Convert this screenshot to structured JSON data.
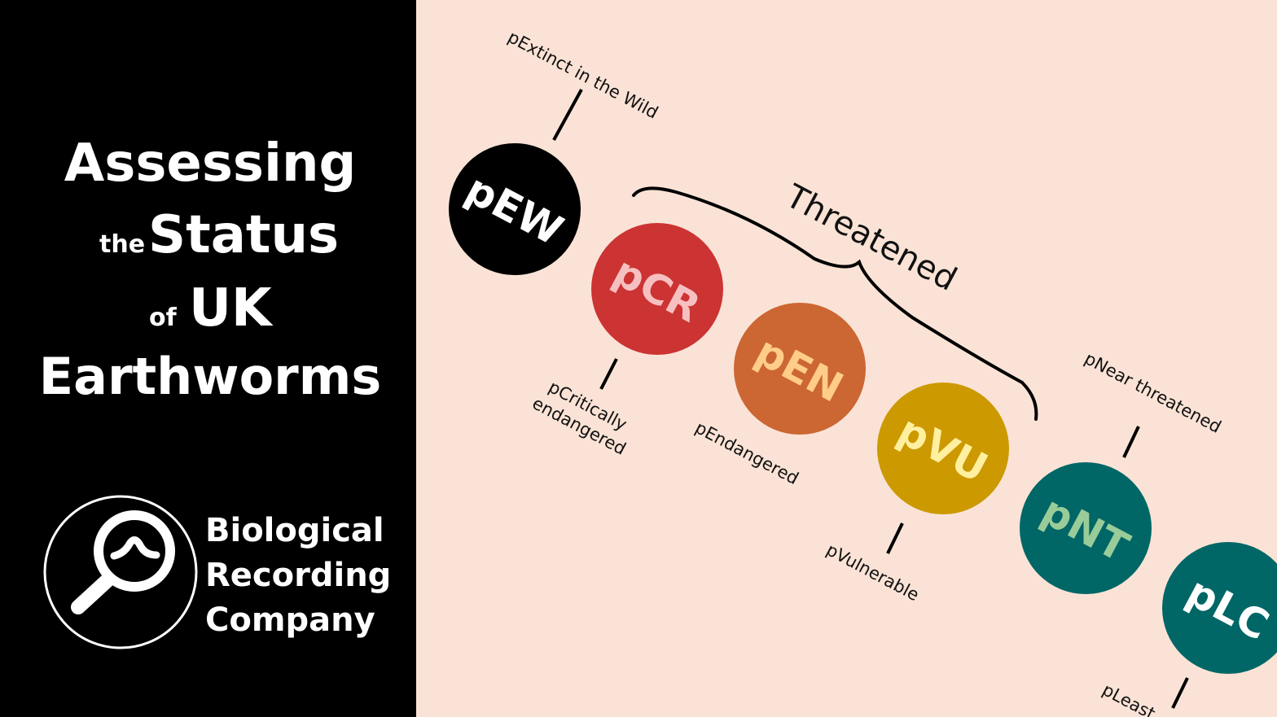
{
  "title": {
    "line1": "Assessing",
    "the": "the",
    "line2": "Status",
    "of": "of",
    "line3": "UK",
    "line4": "Earthworms"
  },
  "logo": {
    "line1": "Biological",
    "line2": "Recording",
    "line3": "Company"
  },
  "group_label": "Threatened",
  "categories": [
    {
      "code": "pEW",
      "label": [
        "pExtinct in the Wild"
      ],
      "fill": "#000000",
      "text_color": "#ffffff"
    },
    {
      "code": "pCR",
      "label": [
        "pCritically",
        "endangered"
      ],
      "fill": "#cc3333",
      "text_color": "#f7c0c0"
    },
    {
      "code": "pEN",
      "label": [
        "pEndangered"
      ],
      "fill": "#cc6633",
      "text_color": "#ffcc8a"
    },
    {
      "code": "pVU",
      "label": [
        "pVulnerable"
      ],
      "fill": "#cc9900",
      "text_color": "#fff0a0"
    },
    {
      "code": "pNT",
      "label": [
        "pNear threatened"
      ],
      "fill": "#006666",
      "text_color": "#99cc99"
    },
    {
      "code": "pLC",
      "label": [
        "pLeast"
      ],
      "fill": "#006666",
      "text_color": "#ffffff"
    }
  ]
}
